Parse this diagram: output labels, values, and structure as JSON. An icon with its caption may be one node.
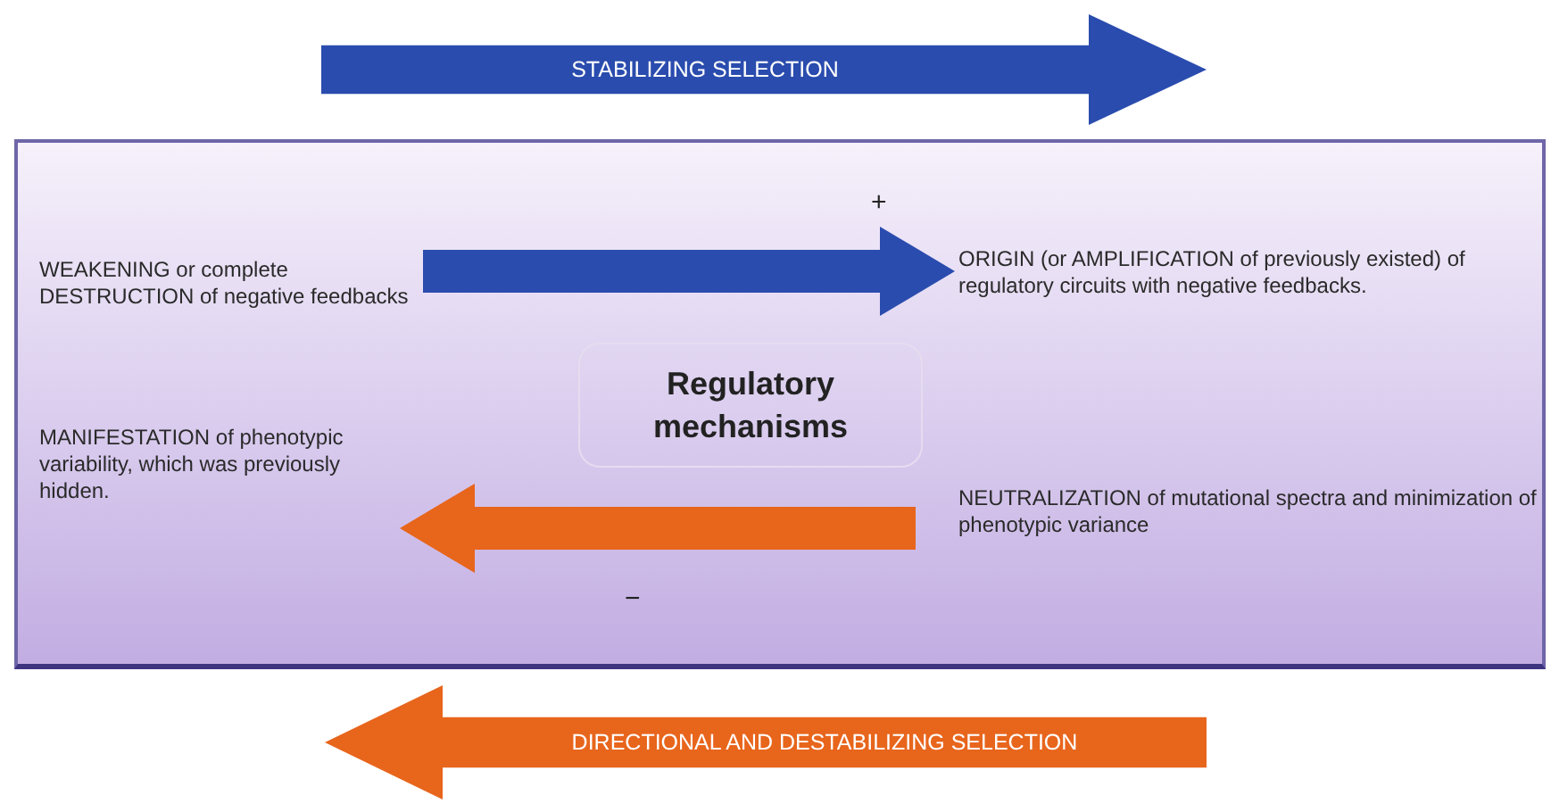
{
  "diagram": {
    "nodes": [
      {
        "text": [],
        "shape": "box"
      },
      {
        "text": [
          "WEAKENING or complete DESTRUCTION of negative feedbacks"
        ],
        "in": 0
      },
      {
        "text": [
          "MANIFESTATION of phenotypic variability, which was previously hidden."
        ],
        "in": 0
      },
      {
        "text": [
          "Regulatory mechanisms"
        ],
        "in": 0
      },
      {
        "text": [
          "ORIGIN  (or AMPLIFICATION of previously existed) of regulatory circuits with negative feedbacks."
        ],
        "in": 0
      },
      {
        "text": [
          "NEUTRALIZATION of mutational spectra and minimization of phenotypic variance"
        ],
        "in": 0
      },
      {
        "text": [
          "STABILIZING SELECTION"
        ]
      },
      {
        "text": [
          "DIRECTIONAL AND DESTABILIZING SELECTION"
        ]
      }
    ],
    "edges": [
      {
        "from": 1,
        "to": 4,
        "arrow": "to",
        "label": "+",
        "color": "#2a4cae"
      },
      {
        "from": 5,
        "to": 2,
        "arrow": "to",
        "label": "−",
        "color": "#e8651c"
      }
    ]
  }
}
